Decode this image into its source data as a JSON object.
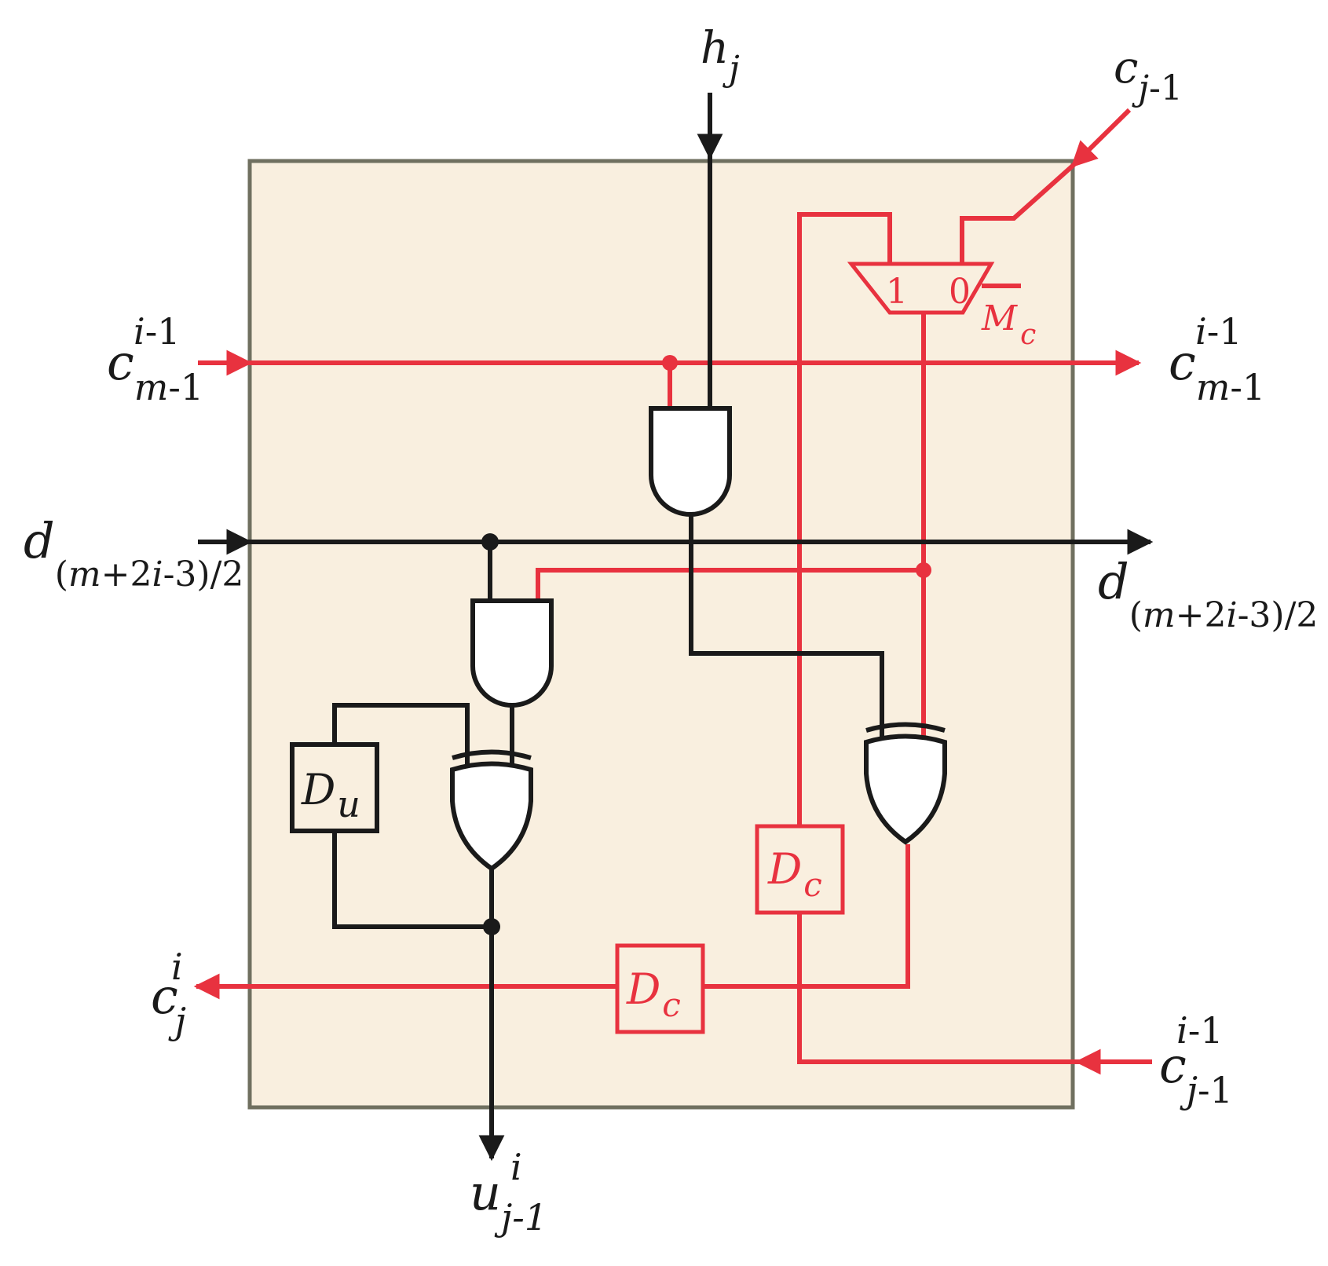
{
  "colors": {
    "panel_fill": "#f9efdf",
    "panel_border": "#707060",
    "control_wire": "#e8323f",
    "data_wire": "#1a1a1a",
    "gate_fill": "#ffffff"
  },
  "inputs": {
    "h": {
      "base": "h",
      "sub": "j"
    },
    "c_top": {
      "base": "c",
      "sub": "j",
      "sub_suffix": "-1"
    },
    "c_left": {
      "base": "c",
      "sup": "i",
      "sup_suffix": "-1",
      "sub": "m",
      "sub_suffix": "-1"
    },
    "d_left": {
      "base": "d",
      "sub_pre": "(",
      "sub_m": "m",
      "sub_mid": "+2",
      "sub_i": "i",
      "sub_post": "-3)/2"
    },
    "c_bottom_right": {
      "base": "c",
      "sup": "i",
      "sup_suffix": "-1",
      "sub": "j",
      "sub_suffix": "-1"
    }
  },
  "outputs": {
    "c_right": {
      "base": "c",
      "sup": "i",
      "sup_suffix": "-1",
      "sub": "m",
      "sub_suffix": "-1"
    },
    "d_right": {
      "base": "d",
      "sub_pre": "(",
      "sub_m": "m",
      "sub_mid": "+2",
      "sub_i": "i",
      "sub_post": "-3)/2"
    },
    "c_left_out": {
      "base": "c",
      "sup": "i",
      "sub": "j"
    },
    "u_out": {
      "base": "u",
      "sup": "i",
      "sub": "j-1"
    }
  },
  "blocks": {
    "mux_in1": "1",
    "mux_in0": "0",
    "mux_label": {
      "base": "M",
      "sub": "c"
    },
    "delay_u": {
      "base": "D",
      "sub": "u"
    },
    "delay_c_top": {
      "base": "D",
      "sub": "c"
    },
    "delay_c_bottom": {
      "base": "D",
      "sub": "c"
    }
  }
}
